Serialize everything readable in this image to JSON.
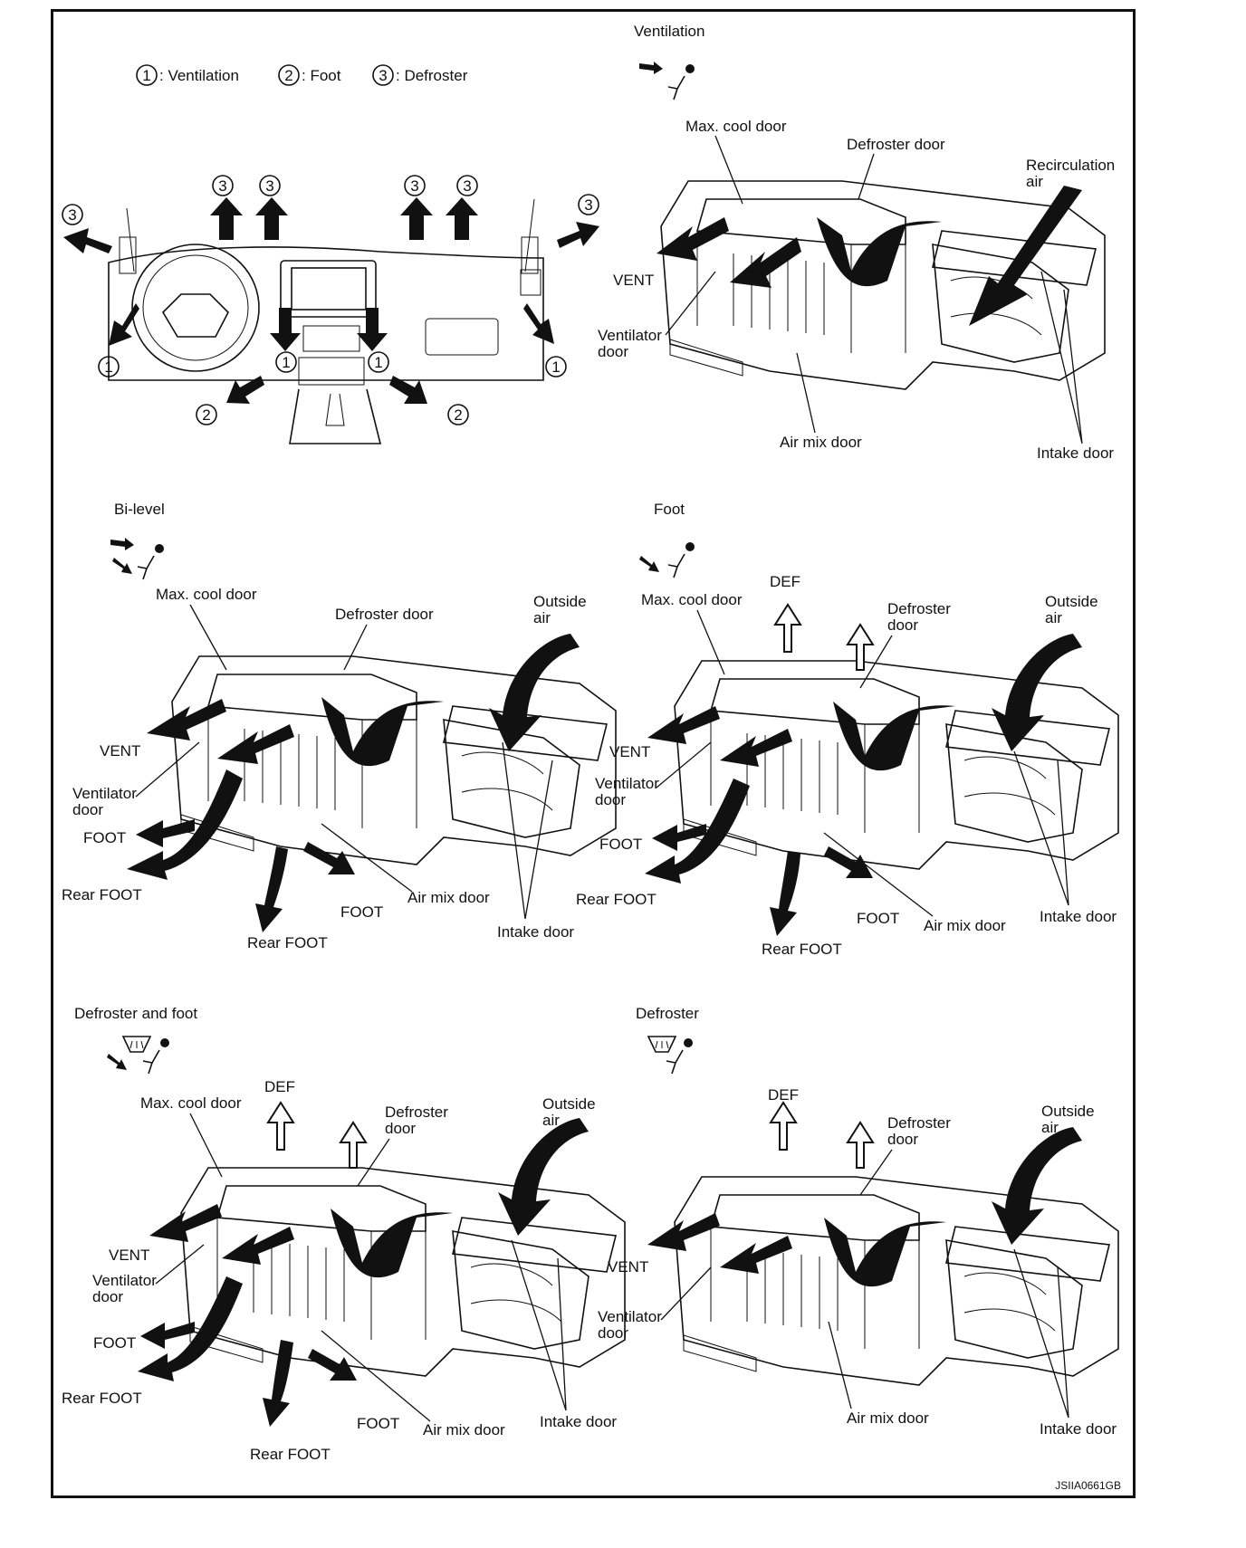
{
  "legend": {
    "n1": "1",
    "t1": ": Ventilation",
    "n2": "2",
    "t2": ": Foot",
    "n3": "3",
    "t3": ": Defroster"
  },
  "panels": {
    "ventilation": {
      "title": "Ventilation",
      "max_cool_door": "Max. cool door",
      "defroster_door": "Defroster door",
      "recirc_1": "Recirculation",
      "recirc_2": "air",
      "vent": "VENT",
      "ventilator_1": "Ventilator",
      "ventilator_2": "door",
      "air_mix_door": "Air mix door",
      "intake_door": "Intake door"
    },
    "bilevel": {
      "title": "Bi-level",
      "max_cool_door": "Max. cool door",
      "defroster_door": "Defroster door",
      "outside_1": "Outside",
      "outside_2": "air",
      "vent": "VENT",
      "ventilator_1": "Ventilator",
      "ventilator_2": "door",
      "foot_left": "FOOT",
      "rear_foot_left": "Rear FOOT",
      "foot_right": "FOOT",
      "rear_foot_center": "Rear FOOT",
      "air_mix_door": "Air mix door",
      "intake_door": "Intake door"
    },
    "foot": {
      "title": "Foot",
      "max_cool_door": "Max. cool door",
      "def": "DEF",
      "defroster_1": "Defroster",
      "defroster_2": "door",
      "outside_1": "Outside",
      "outside_2": "air",
      "vent": "VENT",
      "ventilator_1": "Ventilator",
      "ventilator_2": "door",
      "foot_left": "FOOT",
      "rear_foot_left": "Rear FOOT",
      "foot_right": "FOOT",
      "air_mix_door": "Air mix door",
      "intake_door": "Intake door",
      "rear_foot_center": "Rear FOOT"
    },
    "defroster_foot": {
      "title": "Defroster and foot",
      "def": "DEF",
      "max_cool_door": "Max. cool door",
      "defroster_1": "Defroster",
      "defroster_2": "door",
      "outside_1": "Outside",
      "outside_2": "air",
      "vent": "VENT",
      "ventilator_1": "Ventilator",
      "ventilator_2": "door",
      "foot_left": "FOOT",
      "rear_foot_left": "Rear FOOT",
      "foot_right": "FOOT",
      "air_mix_door": "Air mix door",
      "intake_door": "Intake door",
      "rear_foot_center": "Rear FOOT"
    },
    "defroster": {
      "title": "Defroster",
      "def": "DEF",
      "defroster_1": "Defroster",
      "defroster_2": "door",
      "outside_1": "Outside",
      "outside_2": "air",
      "vent": "VENT",
      "ventilator_1": "Ventilator",
      "ventilator_2": "door",
      "air_mix_door": "Air mix door",
      "intake_door": "Intake door"
    }
  },
  "dash_callouts": {
    "c1": "1",
    "c2": "2",
    "c3": "3"
  },
  "figure_code": "JSIIA0661GB"
}
